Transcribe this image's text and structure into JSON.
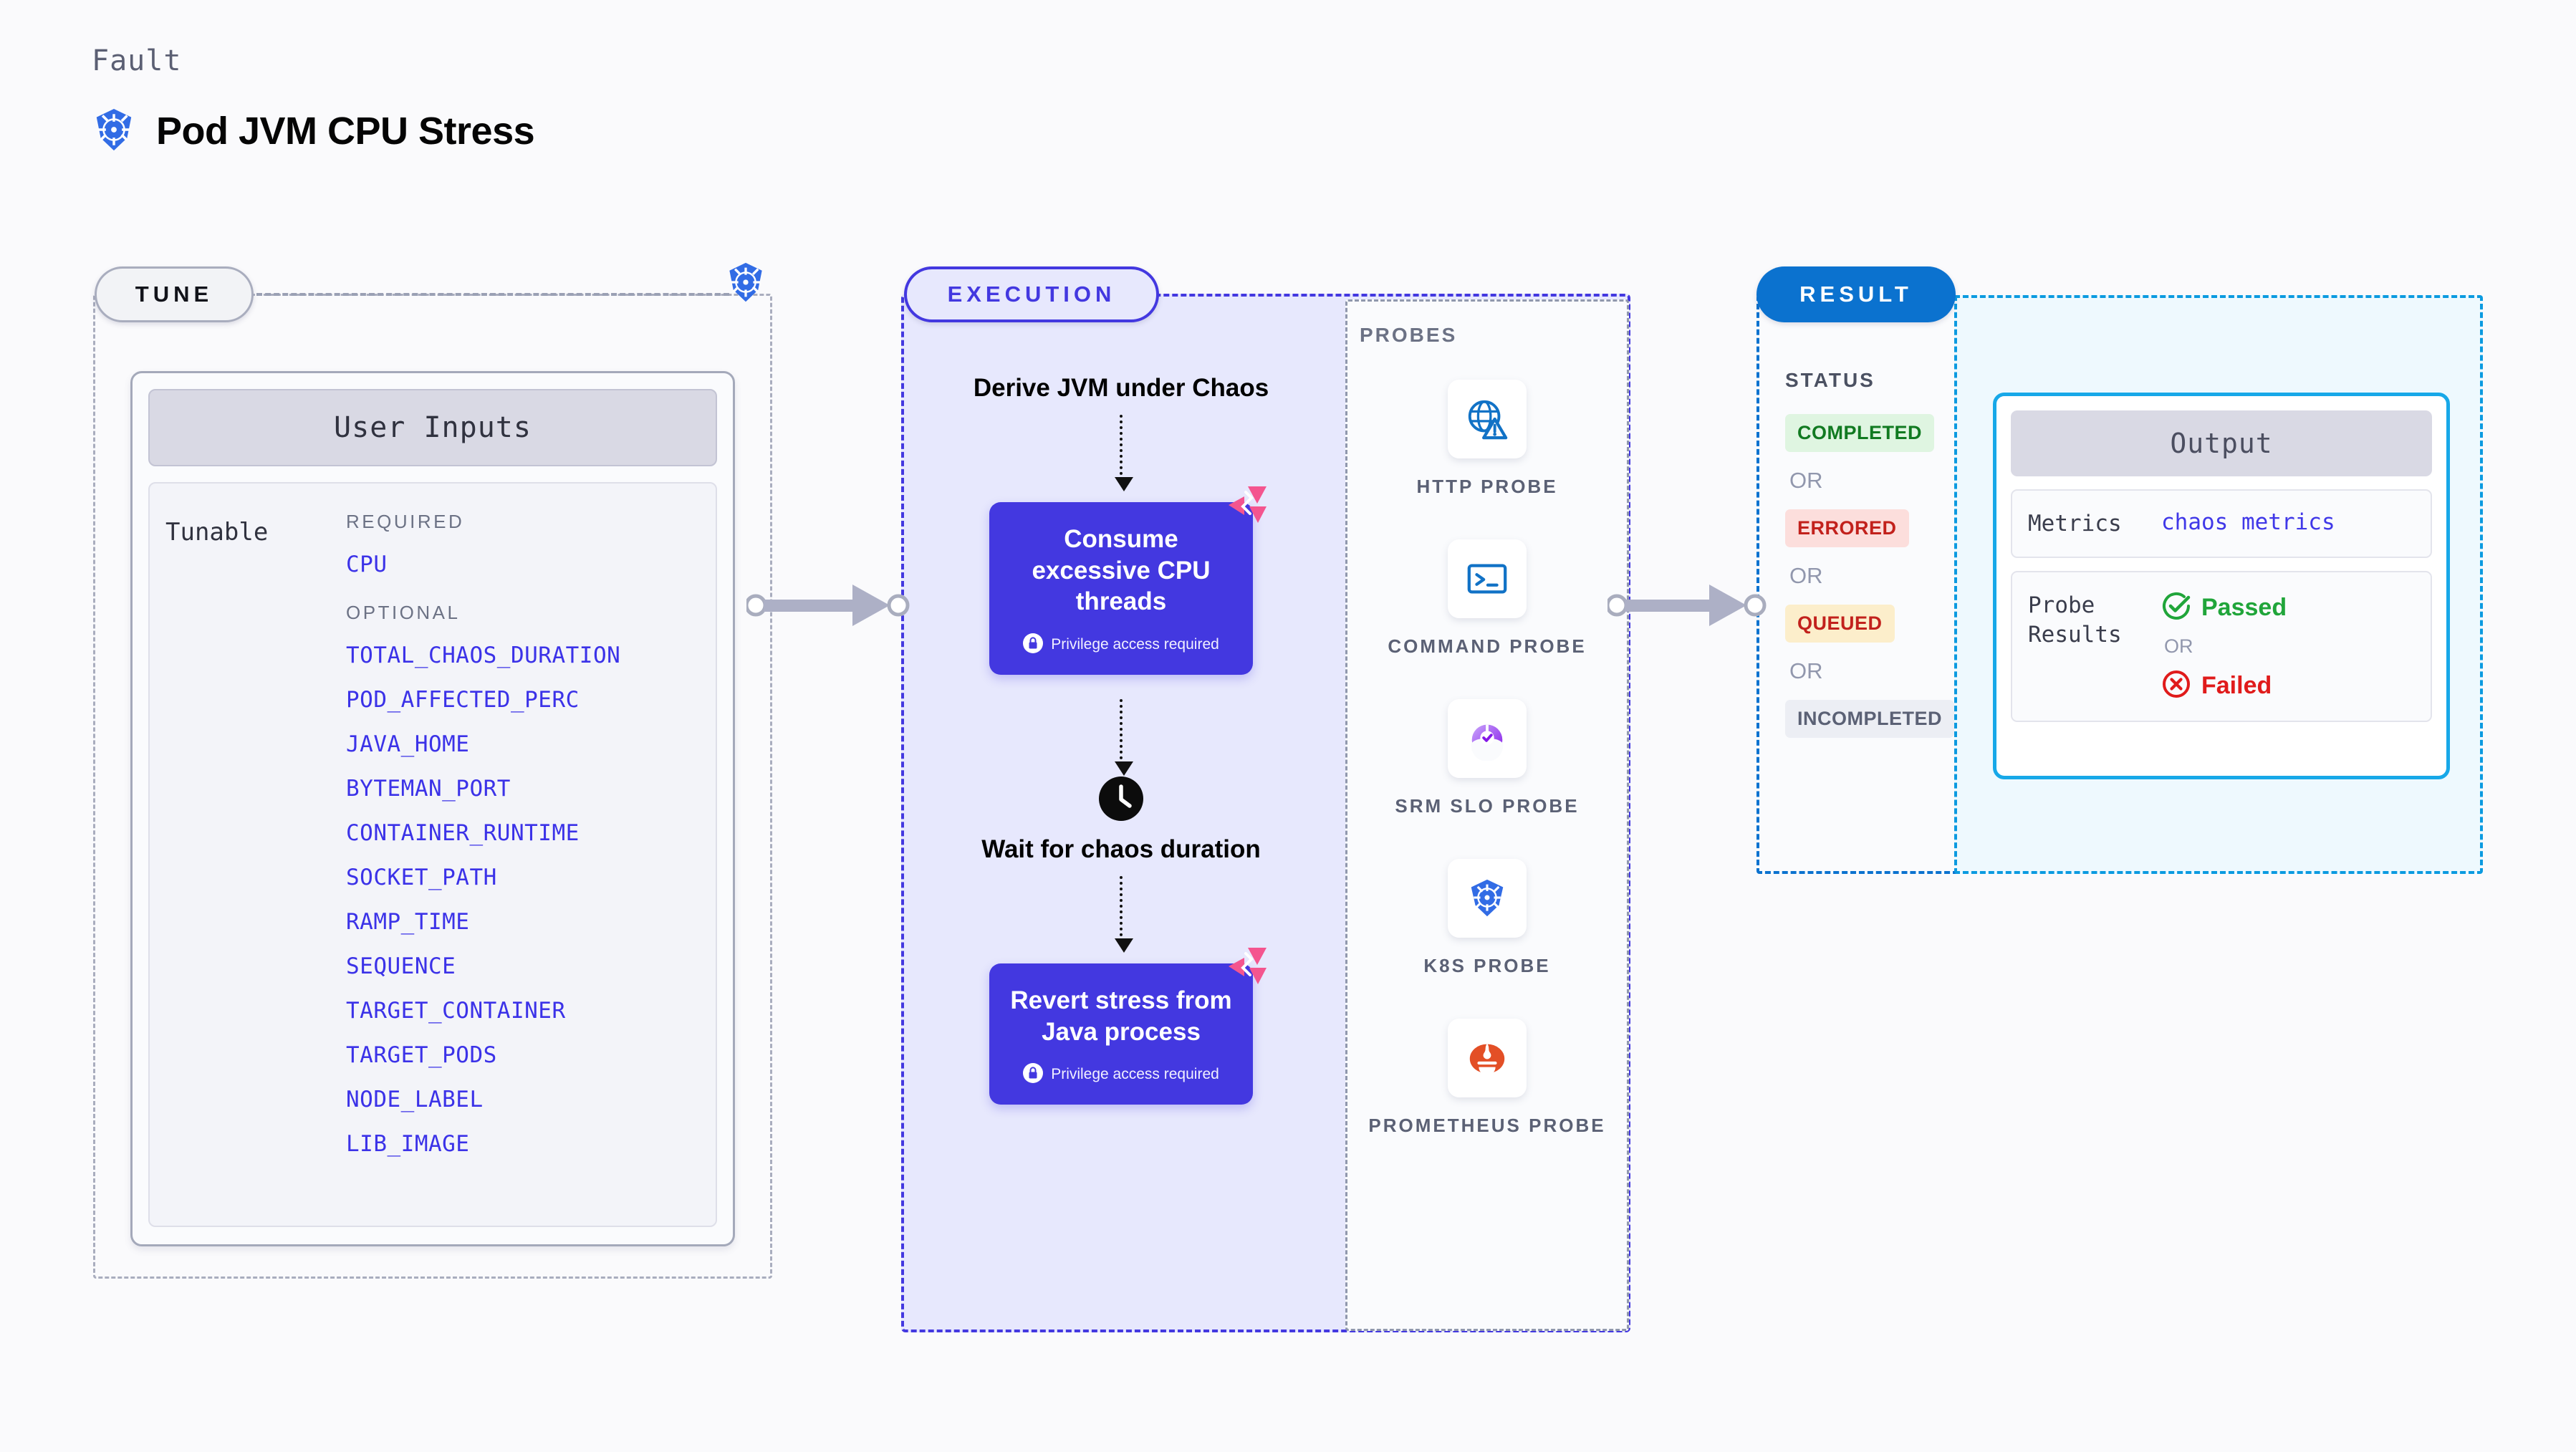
{
  "header": {
    "kicker": "Fault",
    "title": "Pod JVM CPU Stress",
    "icon": "kubernetes-icon"
  },
  "tune": {
    "pill_label": "TUNE",
    "edge_icon": "kubernetes-icon",
    "user_inputs_header": "User Inputs",
    "tunable_label": "Tunable",
    "required_title": "REQUIRED",
    "optional_title": "OPTIONAL",
    "required": [
      "CPU"
    ],
    "optional": [
      "TOTAL_CHAOS_DURATION",
      "POD_AFFECTED_PERC",
      "JAVA_HOME",
      "BYTEMAN_PORT",
      "CONTAINER_RUNTIME",
      "SOCKET_PATH",
      "RAMP_TIME",
      "SEQUENCE",
      "TARGET_CONTAINER",
      "TARGET_PODS",
      "NODE_LABEL",
      "LIB_IMAGE"
    ]
  },
  "execution": {
    "pill_label": "EXECUTION",
    "steps": [
      {
        "type": "plain",
        "label": "Derive JVM under Chaos"
      },
      {
        "type": "box",
        "label": "Consume excessive CPU threads",
        "note": "Privilege access required",
        "note_icon": "lock-icon",
        "corner_icon": "litmus-logo-icon"
      },
      {
        "type": "clock",
        "label": "Wait for chaos duration",
        "icon": "clock-icon"
      },
      {
        "type": "box",
        "label": "Revert stress from Java process",
        "note": "Privilege access required",
        "note_icon": "lock-icon",
        "corner_icon": "litmus-logo-icon"
      }
    ]
  },
  "probes": {
    "section_label": "PROBES",
    "items": [
      {
        "name": "HTTP PROBE",
        "icon": "globe-warning-icon"
      },
      {
        "name": "COMMAND PROBE",
        "icon": "terminal-icon"
      },
      {
        "name": "SRM SLO PROBE",
        "icon": "slo-gauge-icon"
      },
      {
        "name": "K8S PROBE",
        "icon": "kubernetes-icon"
      },
      {
        "name": "PROMETHEUS PROBE",
        "icon": "prometheus-icon"
      }
    ]
  },
  "result": {
    "pill_label": "RESULT",
    "status_label": "STATUS",
    "or_label": "OR",
    "statuses": [
      {
        "label": "COMPLETED",
        "bg": "#dff5e1",
        "fg": "#117a21"
      },
      {
        "label": "ERRORED",
        "bg": "#fcdedc",
        "fg": "#c2211c"
      },
      {
        "label": "QUEUED",
        "bg": "#fceecb",
        "fg": "#c2211c"
      },
      {
        "label": "INCOMPLETED",
        "bg": "#eceef4",
        "fg": "#5b6175"
      }
    ]
  },
  "output": {
    "header": "Output",
    "metrics_key": "Metrics",
    "metrics_value": "chaos metrics",
    "probe_results_key": "Probe Results",
    "passed_label": "Passed",
    "passed_icon": "check-circle-icon",
    "failed_label": "Failed",
    "failed_icon": "x-circle-icon",
    "or_label": "OR"
  },
  "colors": {
    "indigo": "#4338e0",
    "blue": "#0b72cf",
    "cyan": "#17a8e8",
    "k8s_blue": "#326ce5",
    "litmus_pink": "#f4558f",
    "green": "#20a53a",
    "red": "#e01b1b",
    "background": "#fafafc"
  }
}
